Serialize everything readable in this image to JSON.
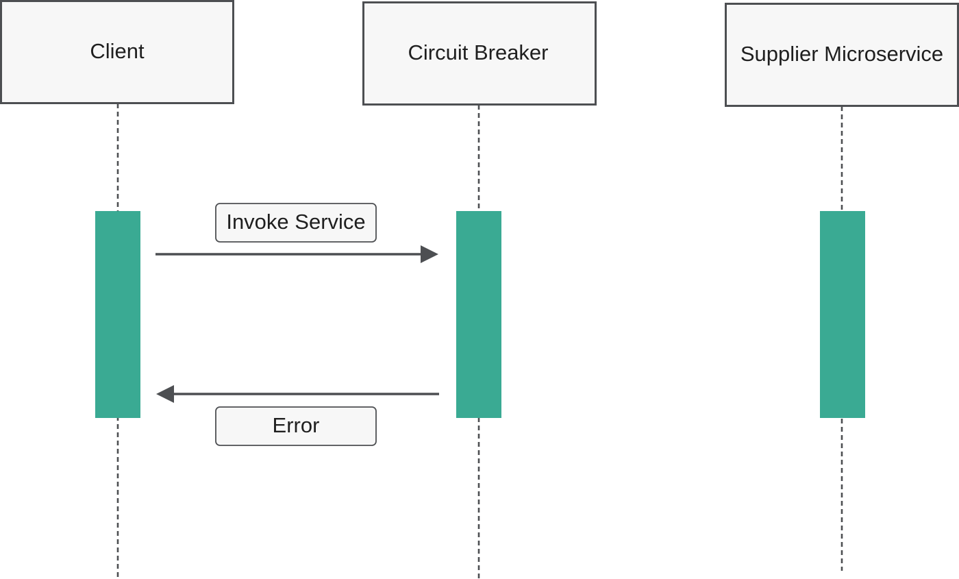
{
  "colors": {
    "activation": "#3aaa93",
    "line": "#4d4f52",
    "box_fill": "#f7f7f7",
    "text": "#1f1f1f"
  },
  "participants": {
    "client": "Client",
    "circuit_breaker": "Circuit Breaker",
    "supplier": "Supplier Microservice"
  },
  "messages": {
    "invoke": "Invoke Service",
    "error": "Error"
  }
}
